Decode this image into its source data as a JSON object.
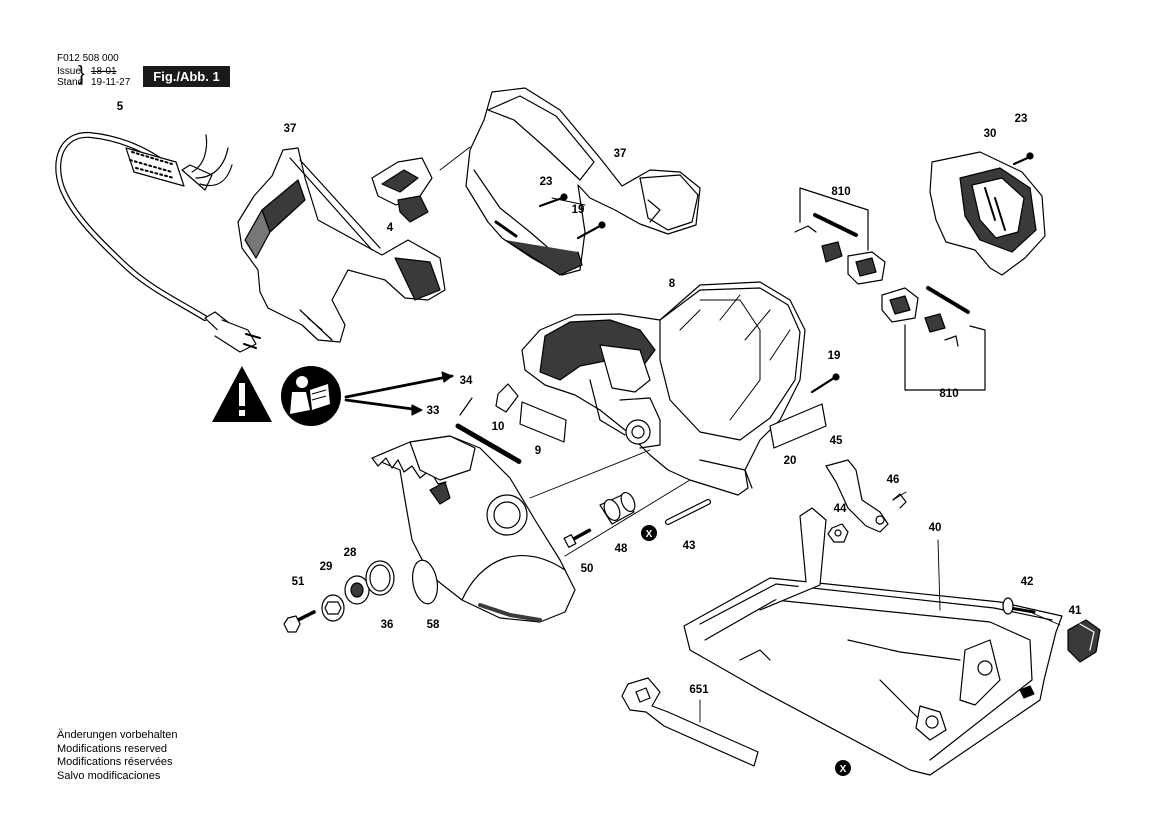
{
  "header": {
    "doc_number": "F012 508 000",
    "issue_label": "Issue",
    "issue_date_old": "18-01",
    "stand_label": "Stand",
    "stand_date": "19-11-27",
    "figure_label": "Fig./Abb. 1"
  },
  "footer_notes": [
    "Änderungen vorbehalten",
    "Modifications reserved",
    "Modifications réservées",
    "Salvo modificaciones"
  ],
  "part_labels": {
    "p5": "5",
    "p37a": "37",
    "p37b": "37",
    "p4": "4",
    "p23a": "23",
    "p19a": "19",
    "p30": "30",
    "p23b": "23",
    "p810a": "810",
    "p810b": "810",
    "p8": "8",
    "p19b": "19",
    "p20": "20",
    "p34": "34",
    "p33": "33",
    "p10": "10",
    "p9": "9",
    "p45": "45",
    "p46": "46",
    "p44": "44",
    "p40": "40",
    "p48": "48",
    "p43": "43",
    "p50": "50",
    "p51": "51",
    "p29": "29",
    "p28": "28",
    "p36": "36",
    "p58": "58",
    "p42": "42",
    "p41": "41",
    "p651": "651"
  },
  "symbols": {
    "warning_icon": "warning-triangle",
    "manual_icon": "read-manual",
    "x_marker": "X"
  },
  "colors": {
    "line": "#000000",
    "shade": "#3a3a3a",
    "label_box": "#1a1a1a"
  }
}
